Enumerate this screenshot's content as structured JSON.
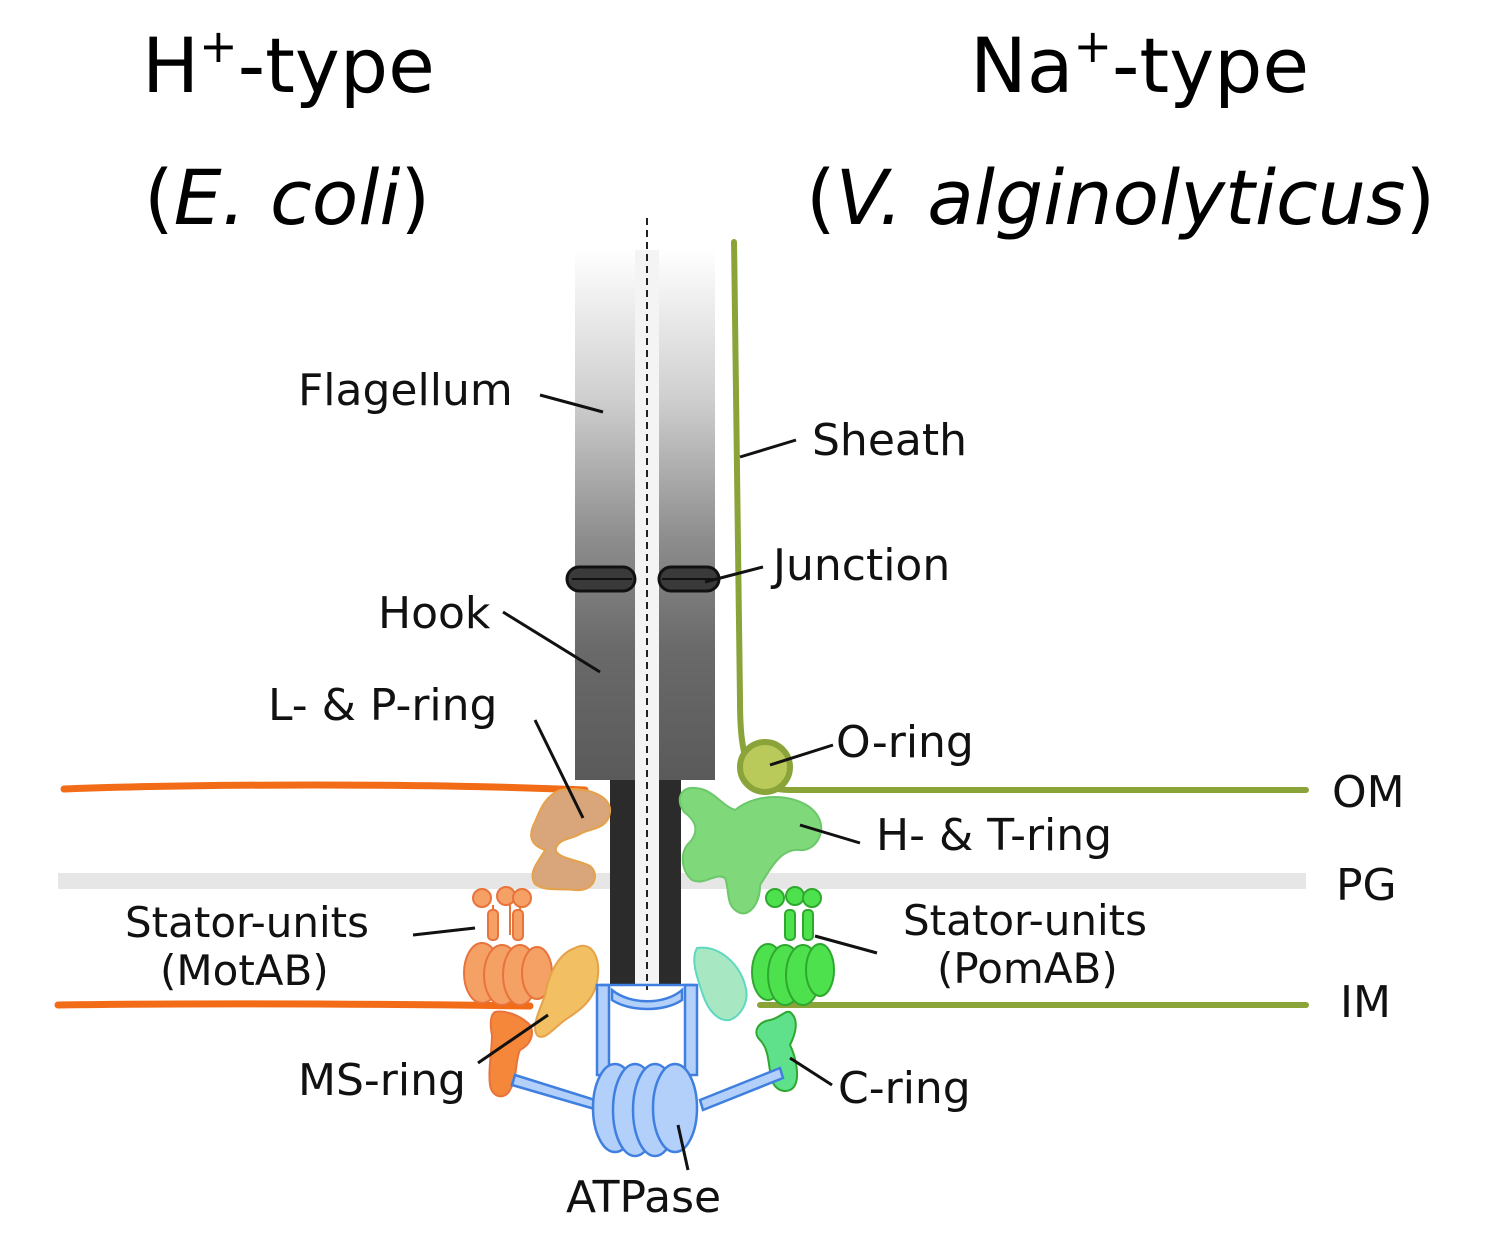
{
  "left_header": {
    "line1_prefix": "H",
    "line1_sup": "+",
    "line1_suffix": "-type",
    "line2_open": "(",
    "line2_species": "E. coli",
    "line2_close": ")"
  },
  "right_header": {
    "line1_prefix": "Na",
    "line1_sup": "+",
    "line1_suffix": "-type",
    "line2_open": "(",
    "line2_species": "V. alginolyticus",
    "line2_close": ")"
  },
  "labels": {
    "flagellum": "Flagellum",
    "sheath": "Sheath",
    "junction": "Junction",
    "hook": "Hook",
    "lp_ring": "L- & P-ring",
    "o_ring": "O-ring",
    "ht_ring": "H- & T-ring",
    "stator_left_1": "Stator-units",
    "stator_left_2": "(MotAB)",
    "stator_right_1": "Stator-units",
    "stator_right_2": "(PomAB)",
    "ms_ring": "MS-ring",
    "c_ring": "C-ring",
    "atpase": "ATPase"
  },
  "membranes": {
    "om": "OM",
    "pg": "PG",
    "im": "IM"
  },
  "colors": {
    "h_type_membrane": "#f26b16",
    "na_type_membrane": "#8aa43a",
    "pg_layer": "#e6e6e6",
    "atpase": "#3f7fe0"
  }
}
